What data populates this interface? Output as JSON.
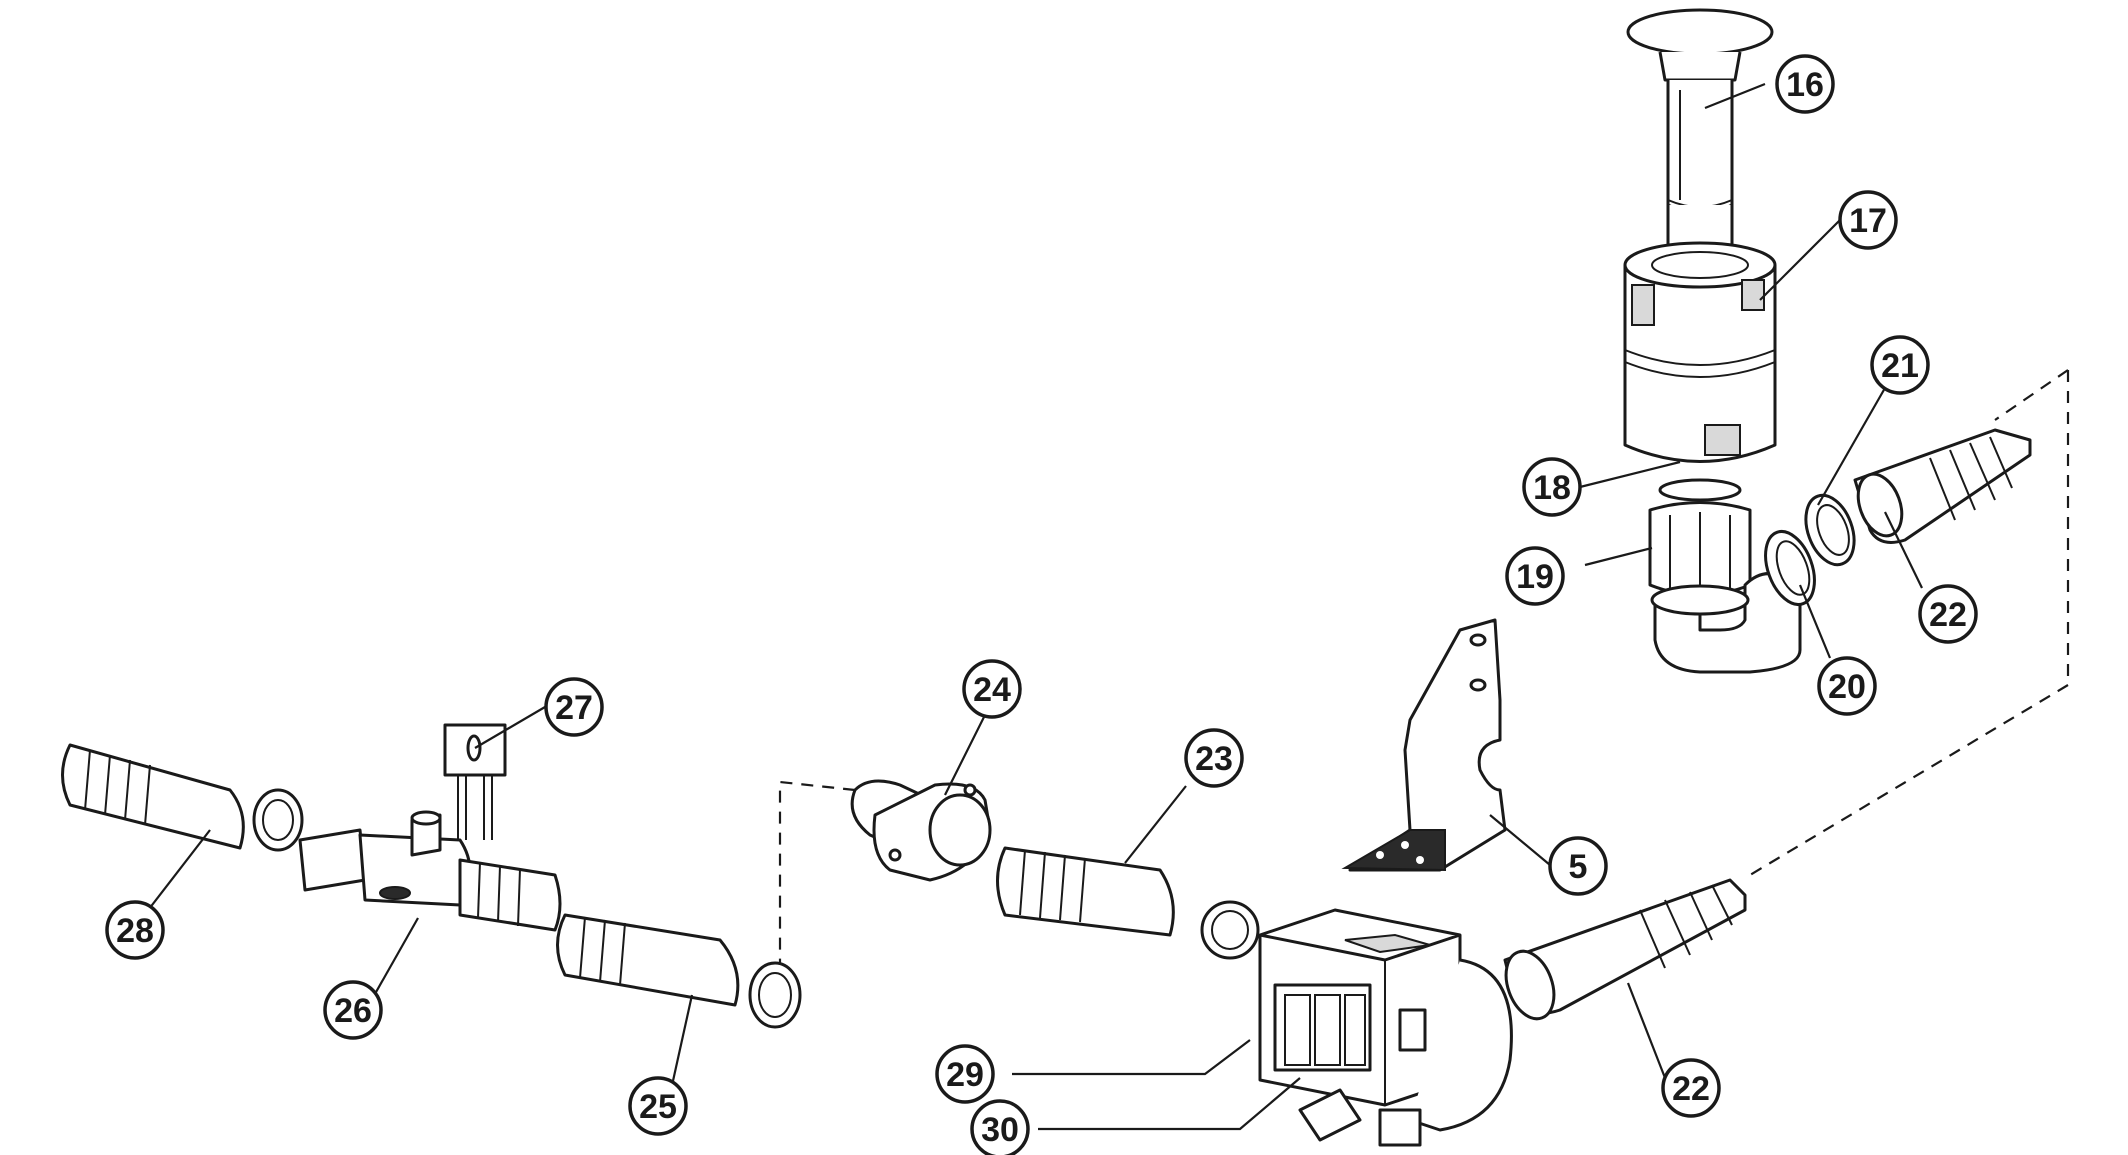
{
  "callouts": [
    {
      "id": "c16",
      "label": "16"
    },
    {
      "id": "c17",
      "label": "17"
    },
    {
      "id": "c21",
      "label": "21"
    },
    {
      "id": "c18",
      "label": "18"
    },
    {
      "id": "c19",
      "label": "19"
    },
    {
      "id": "c22a",
      "label": "22"
    },
    {
      "id": "c20",
      "label": "20"
    },
    {
      "id": "c24",
      "label": "24"
    },
    {
      "id": "c27",
      "label": "27"
    },
    {
      "id": "c23",
      "label": "23"
    },
    {
      "id": "c5",
      "label": "5"
    },
    {
      "id": "c28",
      "label": "28"
    },
    {
      "id": "c26",
      "label": "26"
    },
    {
      "id": "c29",
      "label": "29"
    },
    {
      "id": "c30",
      "label": "30"
    },
    {
      "id": "c25",
      "label": "25"
    },
    {
      "id": "c22b",
      "label": "22"
    }
  ]
}
